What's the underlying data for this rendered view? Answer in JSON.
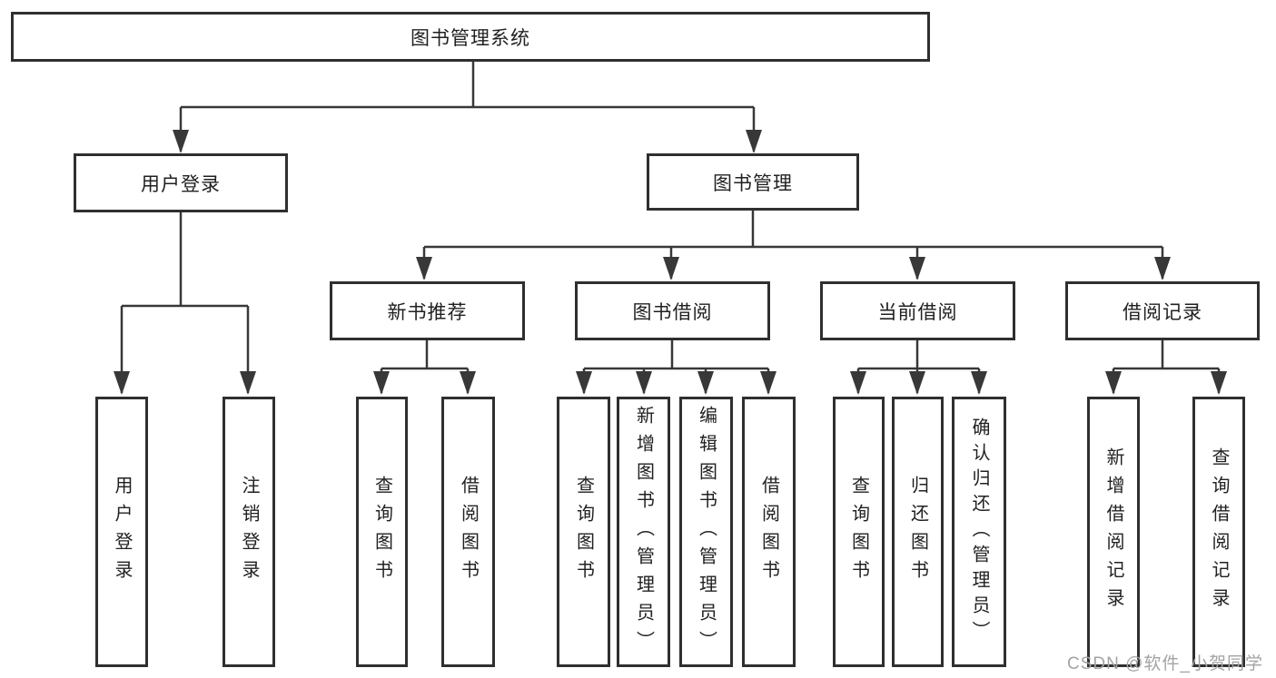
{
  "diagram": {
    "type": "hierarchy-tree",
    "colors": {
      "background": "#ffffff",
      "line": "#383838",
      "box_border": "#2f2f2f",
      "text": "#212121",
      "watermark": "#a3a3a3"
    },
    "tree": {
      "label": "图书管理系统",
      "children": [
        {
          "label": "用户登录",
          "children": [
            {
              "label": "用户登录"
            },
            {
              "label": "注销登录"
            }
          ]
        },
        {
          "label": "图书管理",
          "children": [
            {
              "label": "新书推荐",
              "children": [
                {
                  "label": "查询图书"
                },
                {
                  "label": "借阅图书"
                }
              ]
            },
            {
              "label": "图书借阅",
              "children": [
                {
                  "label": "查询图书"
                },
                {
                  "label": "新增图书（管理员）"
                },
                {
                  "label": "编辑图书（管理员）"
                },
                {
                  "label": "借阅图书"
                }
              ]
            },
            {
              "label": "当前借阅",
              "children": [
                {
                  "label": "查询图书"
                },
                {
                  "label": "归还图书"
                },
                {
                  "label": "确认归还（管理员）"
                }
              ]
            },
            {
              "label": "借阅记录",
              "children": [
                {
                  "label": "新增借阅记录"
                },
                {
                  "label": "查询借阅记录"
                }
              ]
            }
          ]
        }
      ]
    },
    "watermark": "CSDN @软件_小贺同学"
  }
}
